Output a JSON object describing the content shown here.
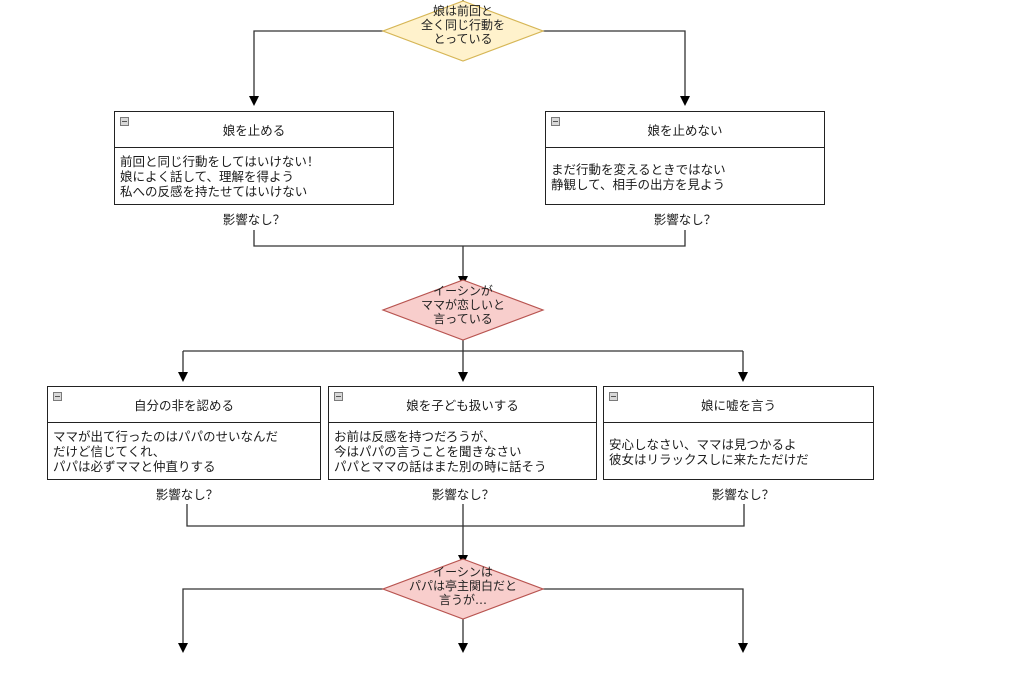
{
  "diagram": {
    "decisions": [
      {
        "id": "d1",
        "label": "娘は前回と\n全く同じ行動を\nとっている",
        "fill": "#fff2cc",
        "stroke": "#d6b656"
      },
      {
        "id": "d2",
        "label": "イーシンが\nママが恋しいと\n言っている",
        "fill": "#f8cecc",
        "stroke": "#b85450"
      },
      {
        "id": "d3",
        "label": "イーシンは\nパパは亭主関白だと\n言うが…",
        "fill": "#f8cecc",
        "stroke": "#b85450"
      }
    ],
    "options": [
      {
        "title": "娘を止める",
        "lines": [
          "前回と同じ行動をしてはいけない！",
          "娘によく話して、理解を得よう",
          "私への反感を持たせてはいけない"
        ],
        "effect": "影響なし？"
      },
      {
        "title": "娘を止めない",
        "lines": [
          "まだ行動を変えるときではない",
          "静観して、相手の出方を見よう"
        ],
        "effect": "影響なし？"
      },
      {
        "title": "自分の非を認める",
        "lines": [
          "ママが出て行ったのはパパのせいなんだ",
          "だけど信じてくれ、",
          "パパは必ずママと仲直りする"
        ],
        "effect": "影響なし？"
      },
      {
        "title": "娘を子ども扱いする",
        "lines": [
          "お前は反感を持つだろうが、",
          "今はパパの言うことを聞きなさい",
          "パパとママの話はまた別の時に話そう"
        ],
        "effect": "影響なし？"
      },
      {
        "title": "娘に嘘を言う",
        "lines": [
          "安心しなさい、ママは見つかるよ",
          "彼女はリラックスしに来たただけだ"
        ],
        "effect": "影響なし？"
      }
    ],
    "colors": {
      "edge": "#333333",
      "box_border": "#222222"
    }
  }
}
